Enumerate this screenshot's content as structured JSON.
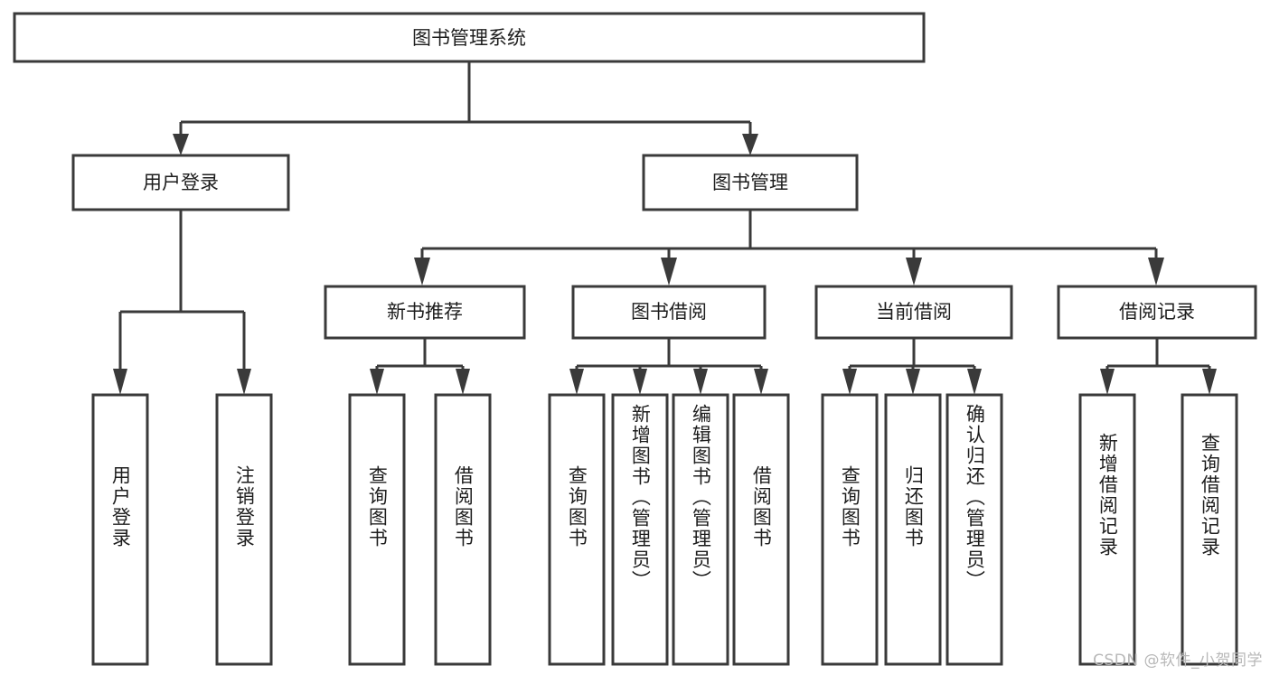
{
  "diagram": {
    "type": "hierarchy-tree",
    "title": "图书管理系统",
    "watermark": "CSDN @软件_小贺同学",
    "colors": {
      "box_stroke": "#3a3a3a",
      "box_fill": "#ffffff",
      "text": "#1d1d1d",
      "background": "#ffffff",
      "watermark": "#b8b8b8"
    },
    "root": {
      "label": "图书管理系统"
    },
    "level1": [
      {
        "label": "用户登录"
      },
      {
        "label": "图书管理"
      }
    ],
    "level2": [
      {
        "label": "新书推荐"
      },
      {
        "label": "图书借阅"
      },
      {
        "label": "当前借阅"
      },
      {
        "label": "借阅记录"
      }
    ],
    "leaves": {
      "user_login": [
        {
          "label": "用户登录"
        },
        {
          "label": "注销登录"
        }
      ],
      "new_book_recommend": [
        {
          "label": "查询图书"
        },
        {
          "label": "借阅图书"
        }
      ],
      "book_borrow": [
        {
          "label": "查询图书"
        },
        {
          "label": "新增图书（管理员）"
        },
        {
          "label": "编辑图书（管理员）"
        },
        {
          "label": "借阅图书"
        }
      ],
      "current_borrow": [
        {
          "label": "查询图书"
        },
        {
          "label": "归还图书"
        },
        {
          "label": "确认归还（管理员）"
        }
      ],
      "borrow_record": [
        {
          "label": "新增借阅记录"
        },
        {
          "label": "查询借阅记录"
        }
      ]
    }
  }
}
